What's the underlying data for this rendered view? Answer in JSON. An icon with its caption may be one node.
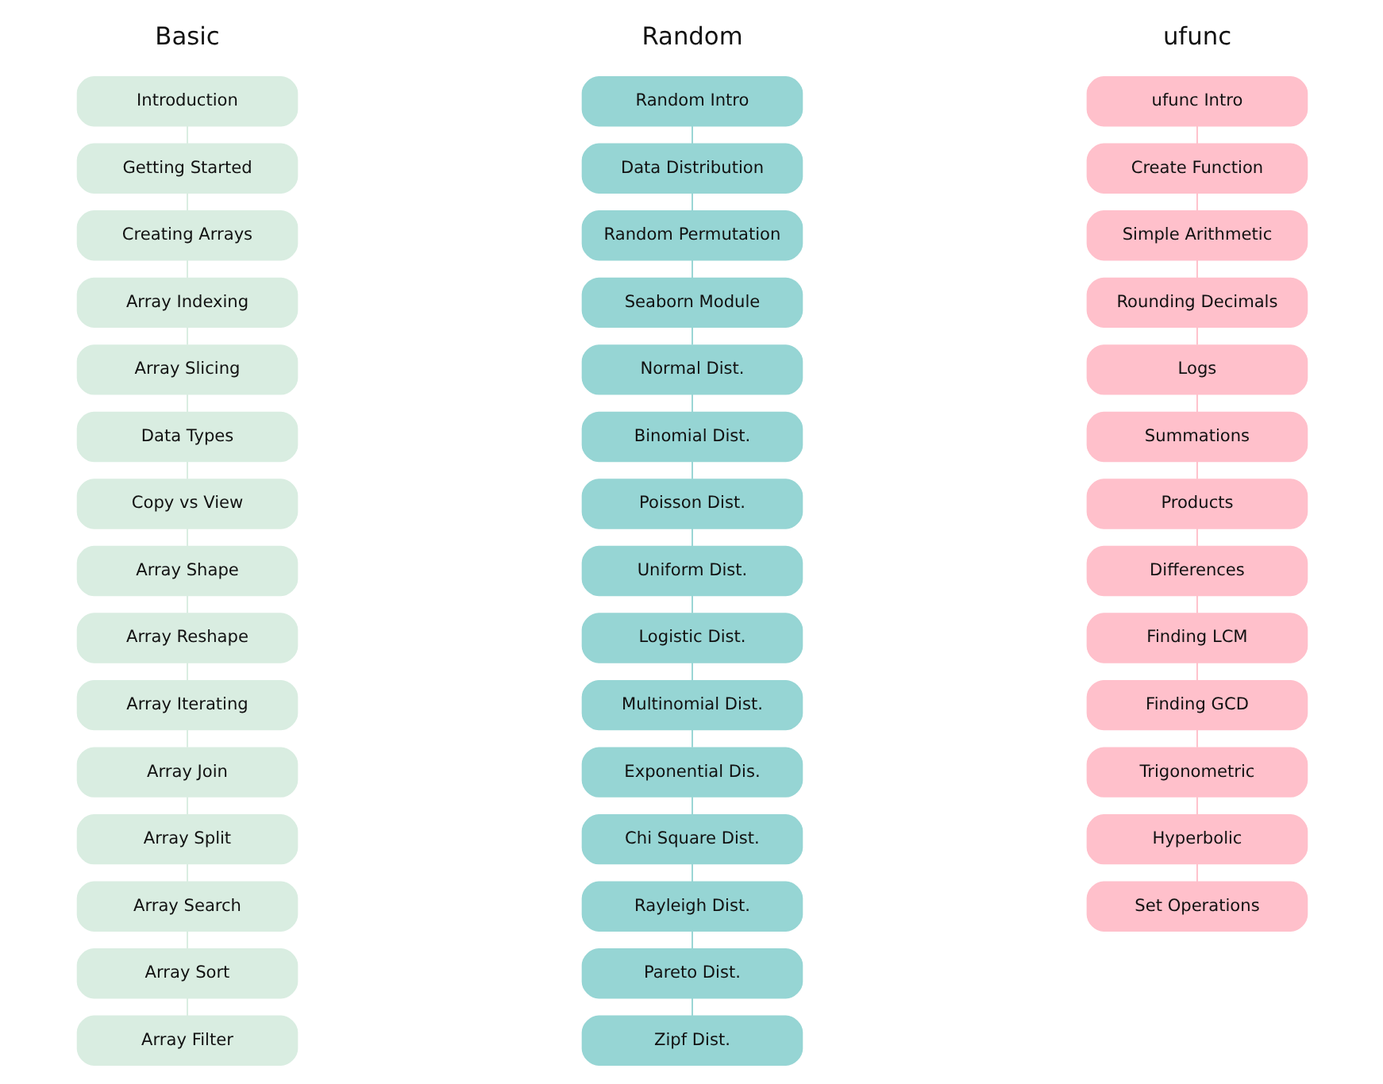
{
  "diagram": {
    "nodes": [
      {
        "text": [
          "Introduction"
        ]
      },
      {
        "text": [
          "Getting Started"
        ]
      },
      {
        "text": [
          "Creating Arrays"
        ]
      },
      {
        "text": [
          "Array Indexing"
        ]
      },
      {
        "text": [
          "Array Slicing"
        ]
      },
      {
        "text": [
          "Data Types"
        ]
      },
      {
        "text": [
          "Copy vs View"
        ]
      },
      {
        "text": [
          "Array Shape"
        ]
      },
      {
        "text": [
          "Array Reshape"
        ]
      },
      {
        "text": [
          "Array Iterating"
        ]
      },
      {
        "text": [
          "Array Join"
        ]
      },
      {
        "text": [
          "Array Split"
        ]
      },
      {
        "text": [
          "Array Search"
        ]
      },
      {
        "text": [
          "Array Sort"
        ]
      },
      {
        "text": [
          "Array Filter"
        ]
      },
      {
        "text": [
          "Random Intro"
        ]
      },
      {
        "text": [
          "Data Distribution"
        ]
      },
      {
        "text": [
          "Random Permutation"
        ]
      },
      {
        "text": [
          "Seaborn Module"
        ]
      },
      {
        "text": [
          "Normal Dist."
        ]
      },
      {
        "text": [
          "Binomial Dist."
        ]
      },
      {
        "text": [
          "Poisson Dist."
        ]
      },
      {
        "text": [
          "Uniform Dist."
        ]
      },
      {
        "text": [
          "Logistic Dist."
        ]
      },
      {
        "text": [
          "Multinomial Dist."
        ]
      },
      {
        "text": [
          "Exponential Dis."
        ]
      },
      {
        "text": [
          "Chi Square Dist."
        ]
      },
      {
        "text": [
          "Rayleigh Dist."
        ]
      },
      {
        "text": [
          "Pareto Dist."
        ]
      },
      {
        "text": [
          "Zipf Dist."
        ]
      },
      {
        "text": [
          "ufunc Intro"
        ]
      },
      {
        "text": [
          "Create Function"
        ]
      },
      {
        "text": [
          "Simple Arithmetic"
        ]
      },
      {
        "text": [
          "Rounding Decimals"
        ]
      },
      {
        "text": [
          "Logs"
        ]
      },
      {
        "text": [
          "Summations"
        ]
      },
      {
        "text": [
          "Products"
        ]
      },
      {
        "text": [
          "Differences"
        ]
      },
      {
        "text": [
          "Finding LCM"
        ]
      },
      {
        "text": [
          "Finding GCD"
        ]
      },
      {
        "text": [
          "Trigonometric"
        ]
      },
      {
        "text": [
          "Hyperbolic"
        ]
      },
      {
        "text": [
          "Set Operations"
        ]
      }
    ],
    "edges": [
      {
        "from": 0,
        "to": 1,
        "arrow": "none",
        "color": "#d9ede1"
      },
      {
        "from": 1,
        "to": 2,
        "arrow": "none",
        "color": "#d9ede1"
      },
      {
        "from": 2,
        "to": 3,
        "arrow": "none",
        "color": "#d9ede1"
      },
      {
        "from": 3,
        "to": 4,
        "arrow": "none",
        "color": "#d9ede1"
      },
      {
        "from": 4,
        "to": 5,
        "arrow": "none",
        "color": "#d9ede1"
      },
      {
        "from": 5,
        "to": 6,
        "arrow": "none",
        "color": "#d9ede1"
      },
      {
        "from": 6,
        "to": 7,
        "arrow": "none",
        "color": "#d9ede1"
      },
      {
        "from": 7,
        "to": 8,
        "arrow": "none",
        "color": "#d9ede1"
      },
      {
        "from": 8,
        "to": 9,
        "arrow": "none",
        "color": "#d9ede1"
      },
      {
        "from": 9,
        "to": 10,
        "arrow": "none",
        "color": "#d9ede1"
      },
      {
        "from": 10,
        "to": 11,
        "arrow": "none",
        "color": "#d9ede1"
      },
      {
        "from": 11,
        "to": 12,
        "arrow": "none",
        "color": "#d9ede1"
      },
      {
        "from": 12,
        "to": 13,
        "arrow": "none",
        "color": "#d9ede1"
      },
      {
        "from": 13,
        "to": 14,
        "arrow": "none",
        "color": "#d9ede1"
      },
      {
        "from": 15,
        "to": 16,
        "arrow": "none",
        "color": "#96d5d4"
      },
      {
        "from": 16,
        "to": 17,
        "arrow": "none",
        "color": "#96d5d4"
      },
      {
        "from": 17,
        "to": 18,
        "arrow": "none",
        "color": "#96d5d4"
      },
      {
        "from": 18,
        "to": 19,
        "arrow": "none",
        "color": "#96d5d4"
      },
      {
        "from": 19,
        "to": 20,
        "arrow": "none",
        "color": "#96d5d4"
      },
      {
        "from": 20,
        "to": 21,
        "arrow": "none",
        "color": "#96d5d4"
      },
      {
        "from": 21,
        "to": 22,
        "arrow": "none",
        "color": "#96d5d4"
      },
      {
        "from": 22,
        "to": 23,
        "arrow": "none",
        "color": "#96d5d4"
      },
      {
        "from": 23,
        "to": 24,
        "arrow": "none",
        "color": "#96d5d4"
      },
      {
        "from": 24,
        "to": 25,
        "arrow": "none",
        "color": "#96d5d4"
      },
      {
        "from": 25,
        "to": 26,
        "arrow": "none",
        "color": "#96d5d4"
      },
      {
        "from": 26,
        "to": 27,
        "arrow": "none",
        "color": "#96d5d4"
      },
      {
        "from": 27,
        "to": 28,
        "arrow": "none",
        "color": "#96d5d4"
      },
      {
        "from": 28,
        "to": 29,
        "arrow": "none",
        "color": "#96d5d4"
      },
      {
        "from": 30,
        "to": 31,
        "arrow": "none",
        "color": "#ffc0cb"
      },
      {
        "from": 31,
        "to": 32,
        "arrow": "none",
        "color": "#ffc0cb"
      },
      {
        "from": 32,
        "to": 33,
        "arrow": "none",
        "color": "#ffc0cb"
      },
      {
        "from": 33,
        "to": 34,
        "arrow": "none",
        "color": "#ffc0cb"
      },
      {
        "from": 34,
        "to": 35,
        "arrow": "none",
        "color": "#ffc0cb"
      },
      {
        "from": 35,
        "to": 36,
        "arrow": "none",
        "color": "#ffc0cb"
      },
      {
        "from": 36,
        "to": 37,
        "arrow": "none",
        "color": "#ffc0cb"
      },
      {
        "from": 37,
        "to": 38,
        "arrow": "none",
        "color": "#ffc0cb"
      },
      {
        "from": 38,
        "to": 39,
        "arrow": "none",
        "color": "#ffc0cb"
      },
      {
        "from": 39,
        "to": 40,
        "arrow": "none",
        "color": "#ffc0cb"
      },
      {
        "from": 40,
        "to": 41,
        "arrow": "none",
        "color": "#ffc0cb"
      },
      {
        "from": 41,
        "to": 42,
        "arrow": "none",
        "color": "#ffc0cb"
      }
    ],
    "labels": [
      "Basic",
      "Random",
      "ufunc"
    ]
  }
}
